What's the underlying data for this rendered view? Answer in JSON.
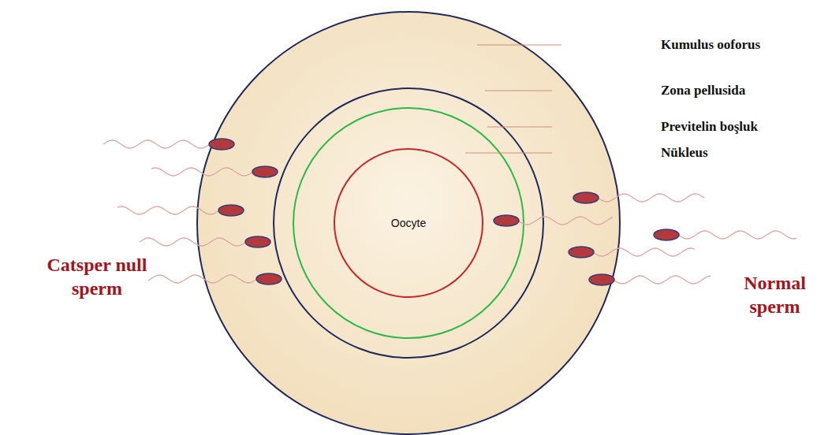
{
  "diagram": {
    "nodes": [
      {
        "text": [
          "Oocyte"
        ]
      }
    ],
    "labels": [
      "Kumulus ooforus",
      "Zona pellusida",
      "Previtelin boşluk",
      "Nükleus",
      "Catsper null sperm",
      "Normal sperm"
    ]
  }
}
